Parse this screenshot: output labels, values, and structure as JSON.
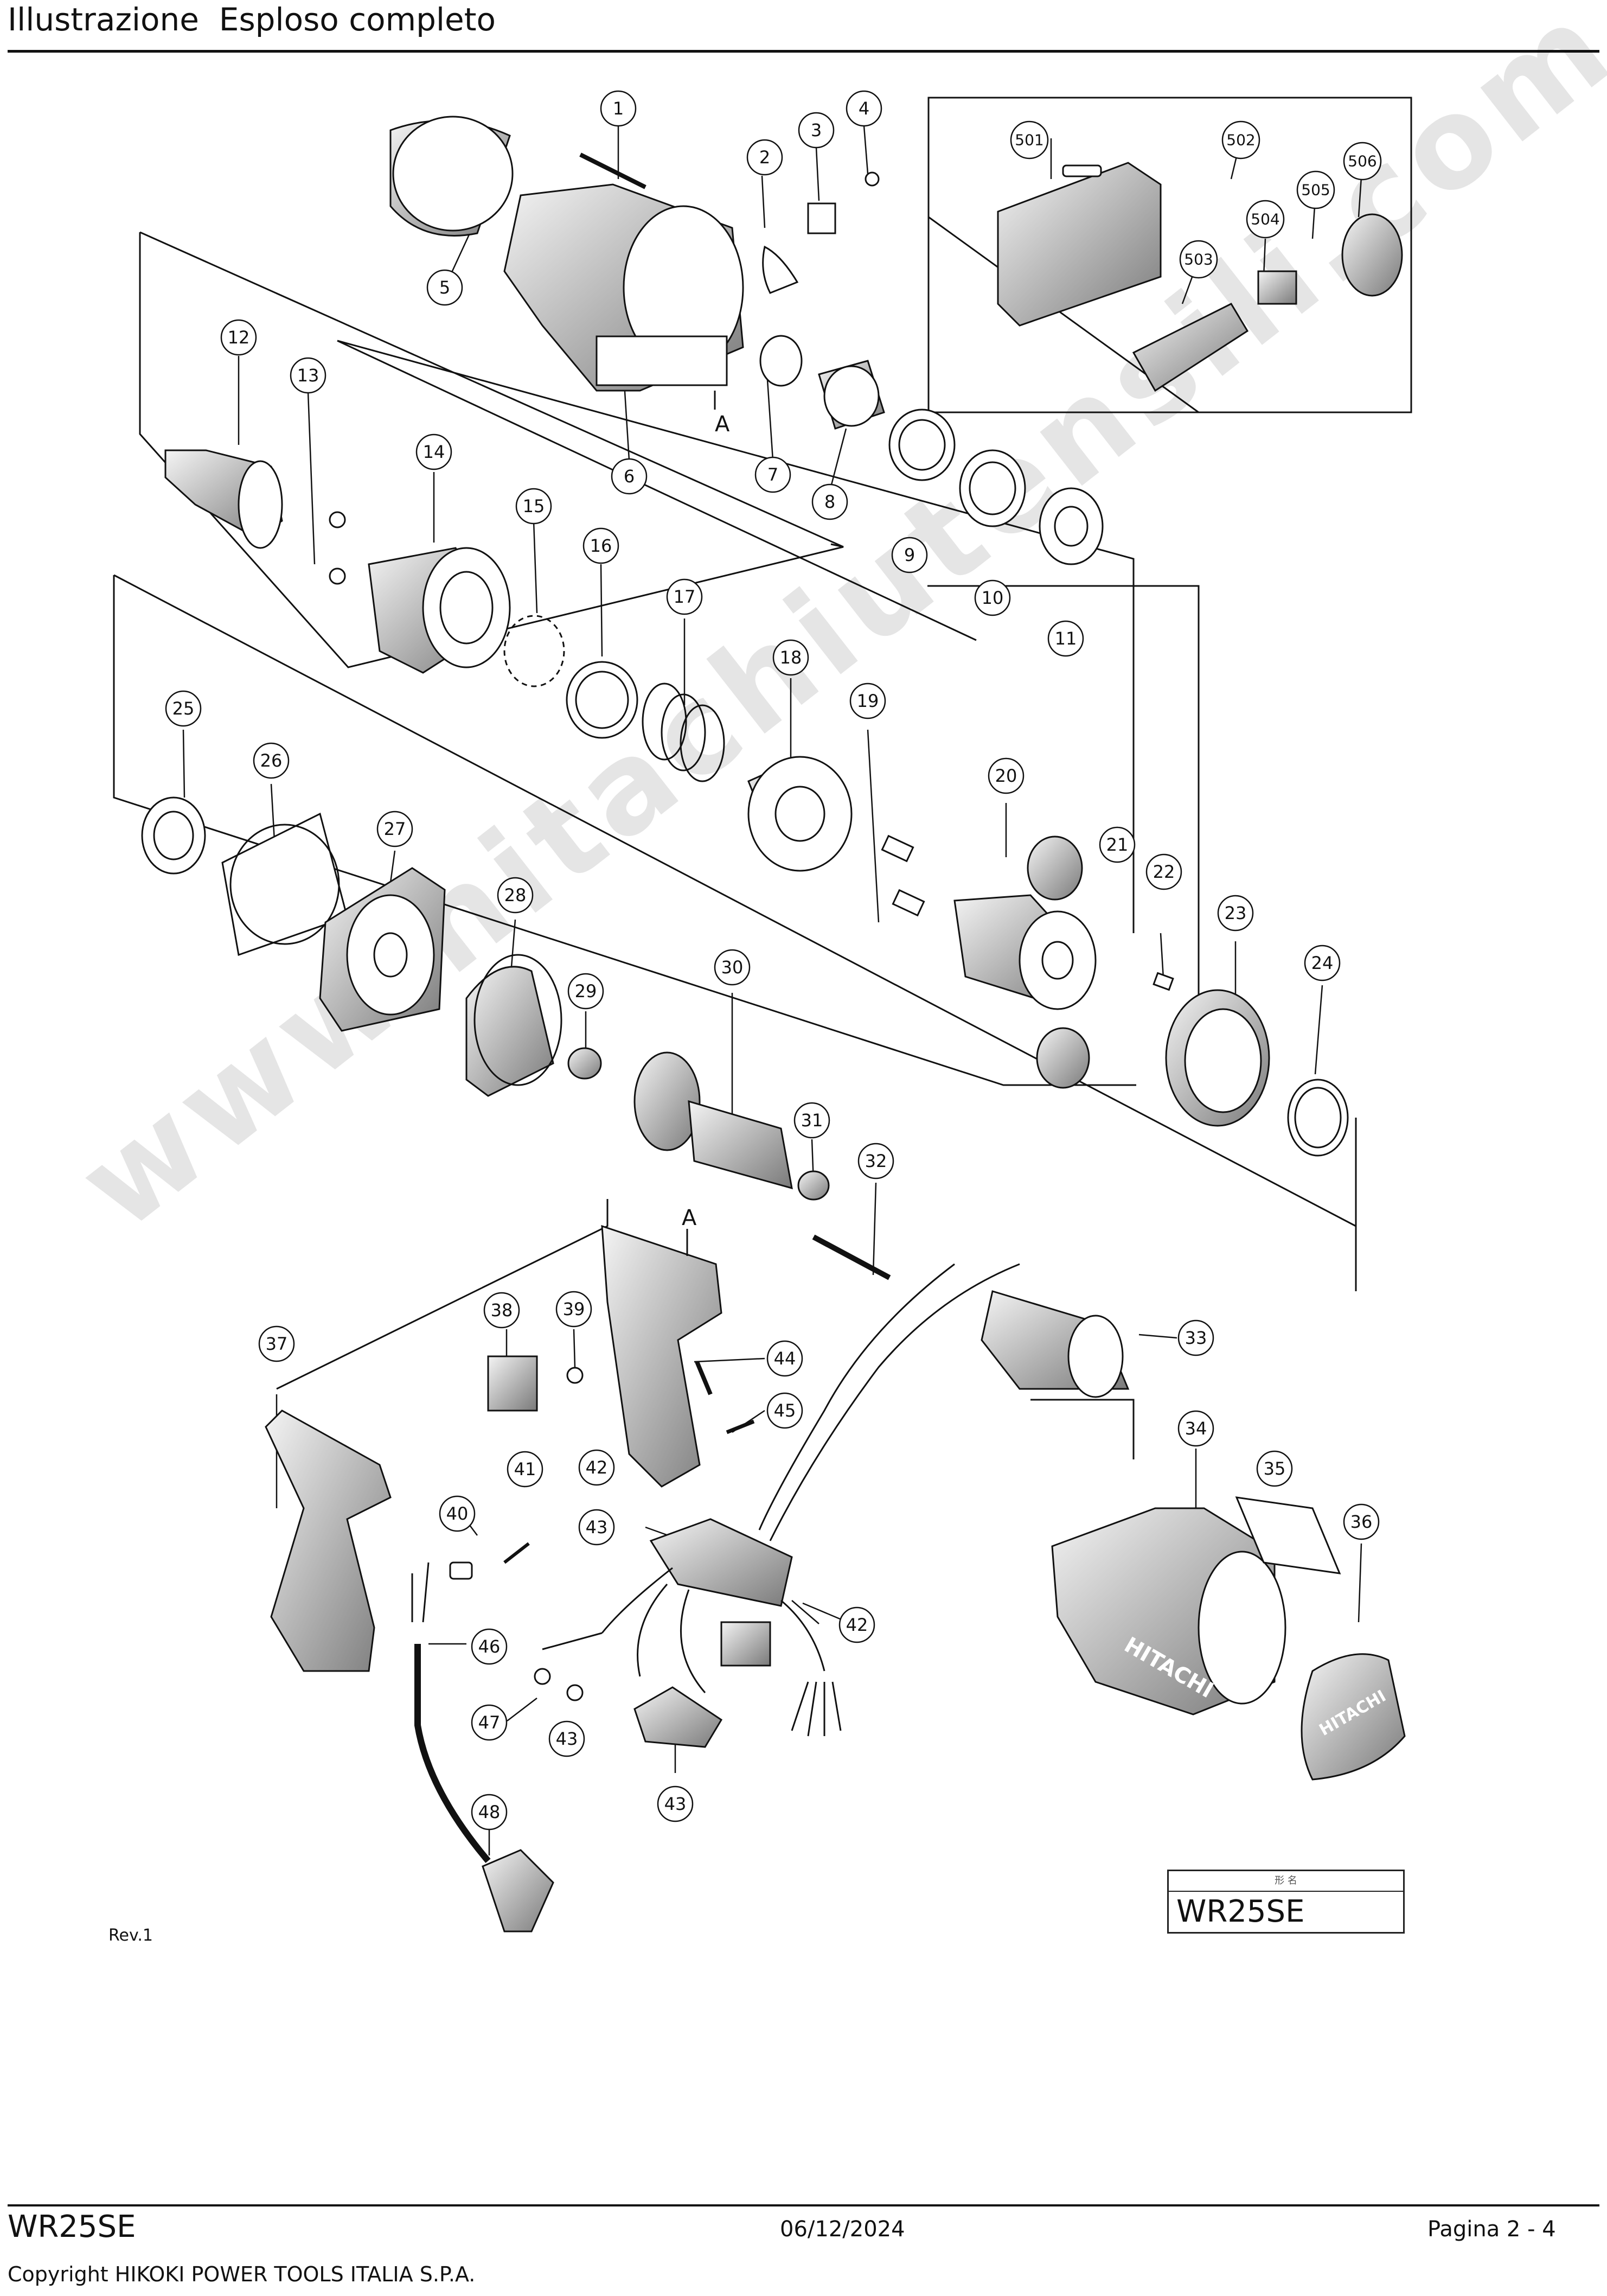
{
  "header": {
    "title": "Illustrazione  Esploso completo"
  },
  "diagram": {
    "callouts": [
      "1",
      "2",
      "3",
      "4",
      "5",
      "6",
      "7",
      "8",
      "9",
      "10",
      "11",
      "12",
      "13",
      "14",
      "15",
      "16",
      "17",
      "18",
      "19",
      "20",
      "21",
      "22",
      "23",
      "24",
      "25",
      "26",
      "27",
      "28",
      "29",
      "30",
      "31",
      "32",
      "33",
      "34",
      "35",
      "36",
      "37",
      "38",
      "39",
      "40",
      "41",
      "42",
      "42",
      "43",
      "43",
      "43",
      "44",
      "45",
      "46",
      "47",
      "48",
      "501",
      "502",
      "503",
      "504",
      "505",
      "506"
    ],
    "markers": [
      "A",
      "A"
    ],
    "brand_marks": [
      "HITACHI",
      "HITACHI"
    ],
    "revision": "Rev.1"
  },
  "title_block": {
    "label": "形 名",
    "model": "WR25SE"
  },
  "watermark": {
    "text": "www.hitachiutensili.com"
  },
  "footer": {
    "model": "WR25SE",
    "date": "06/12/2024",
    "page": "Pagina 2 - 4",
    "copyright": "Copyright HIKOKI POWER TOOLS ITALIA S.P.A."
  },
  "colors": {
    "ink": "#111111",
    "shade": "#555555",
    "watermark": "#cccccc"
  }
}
